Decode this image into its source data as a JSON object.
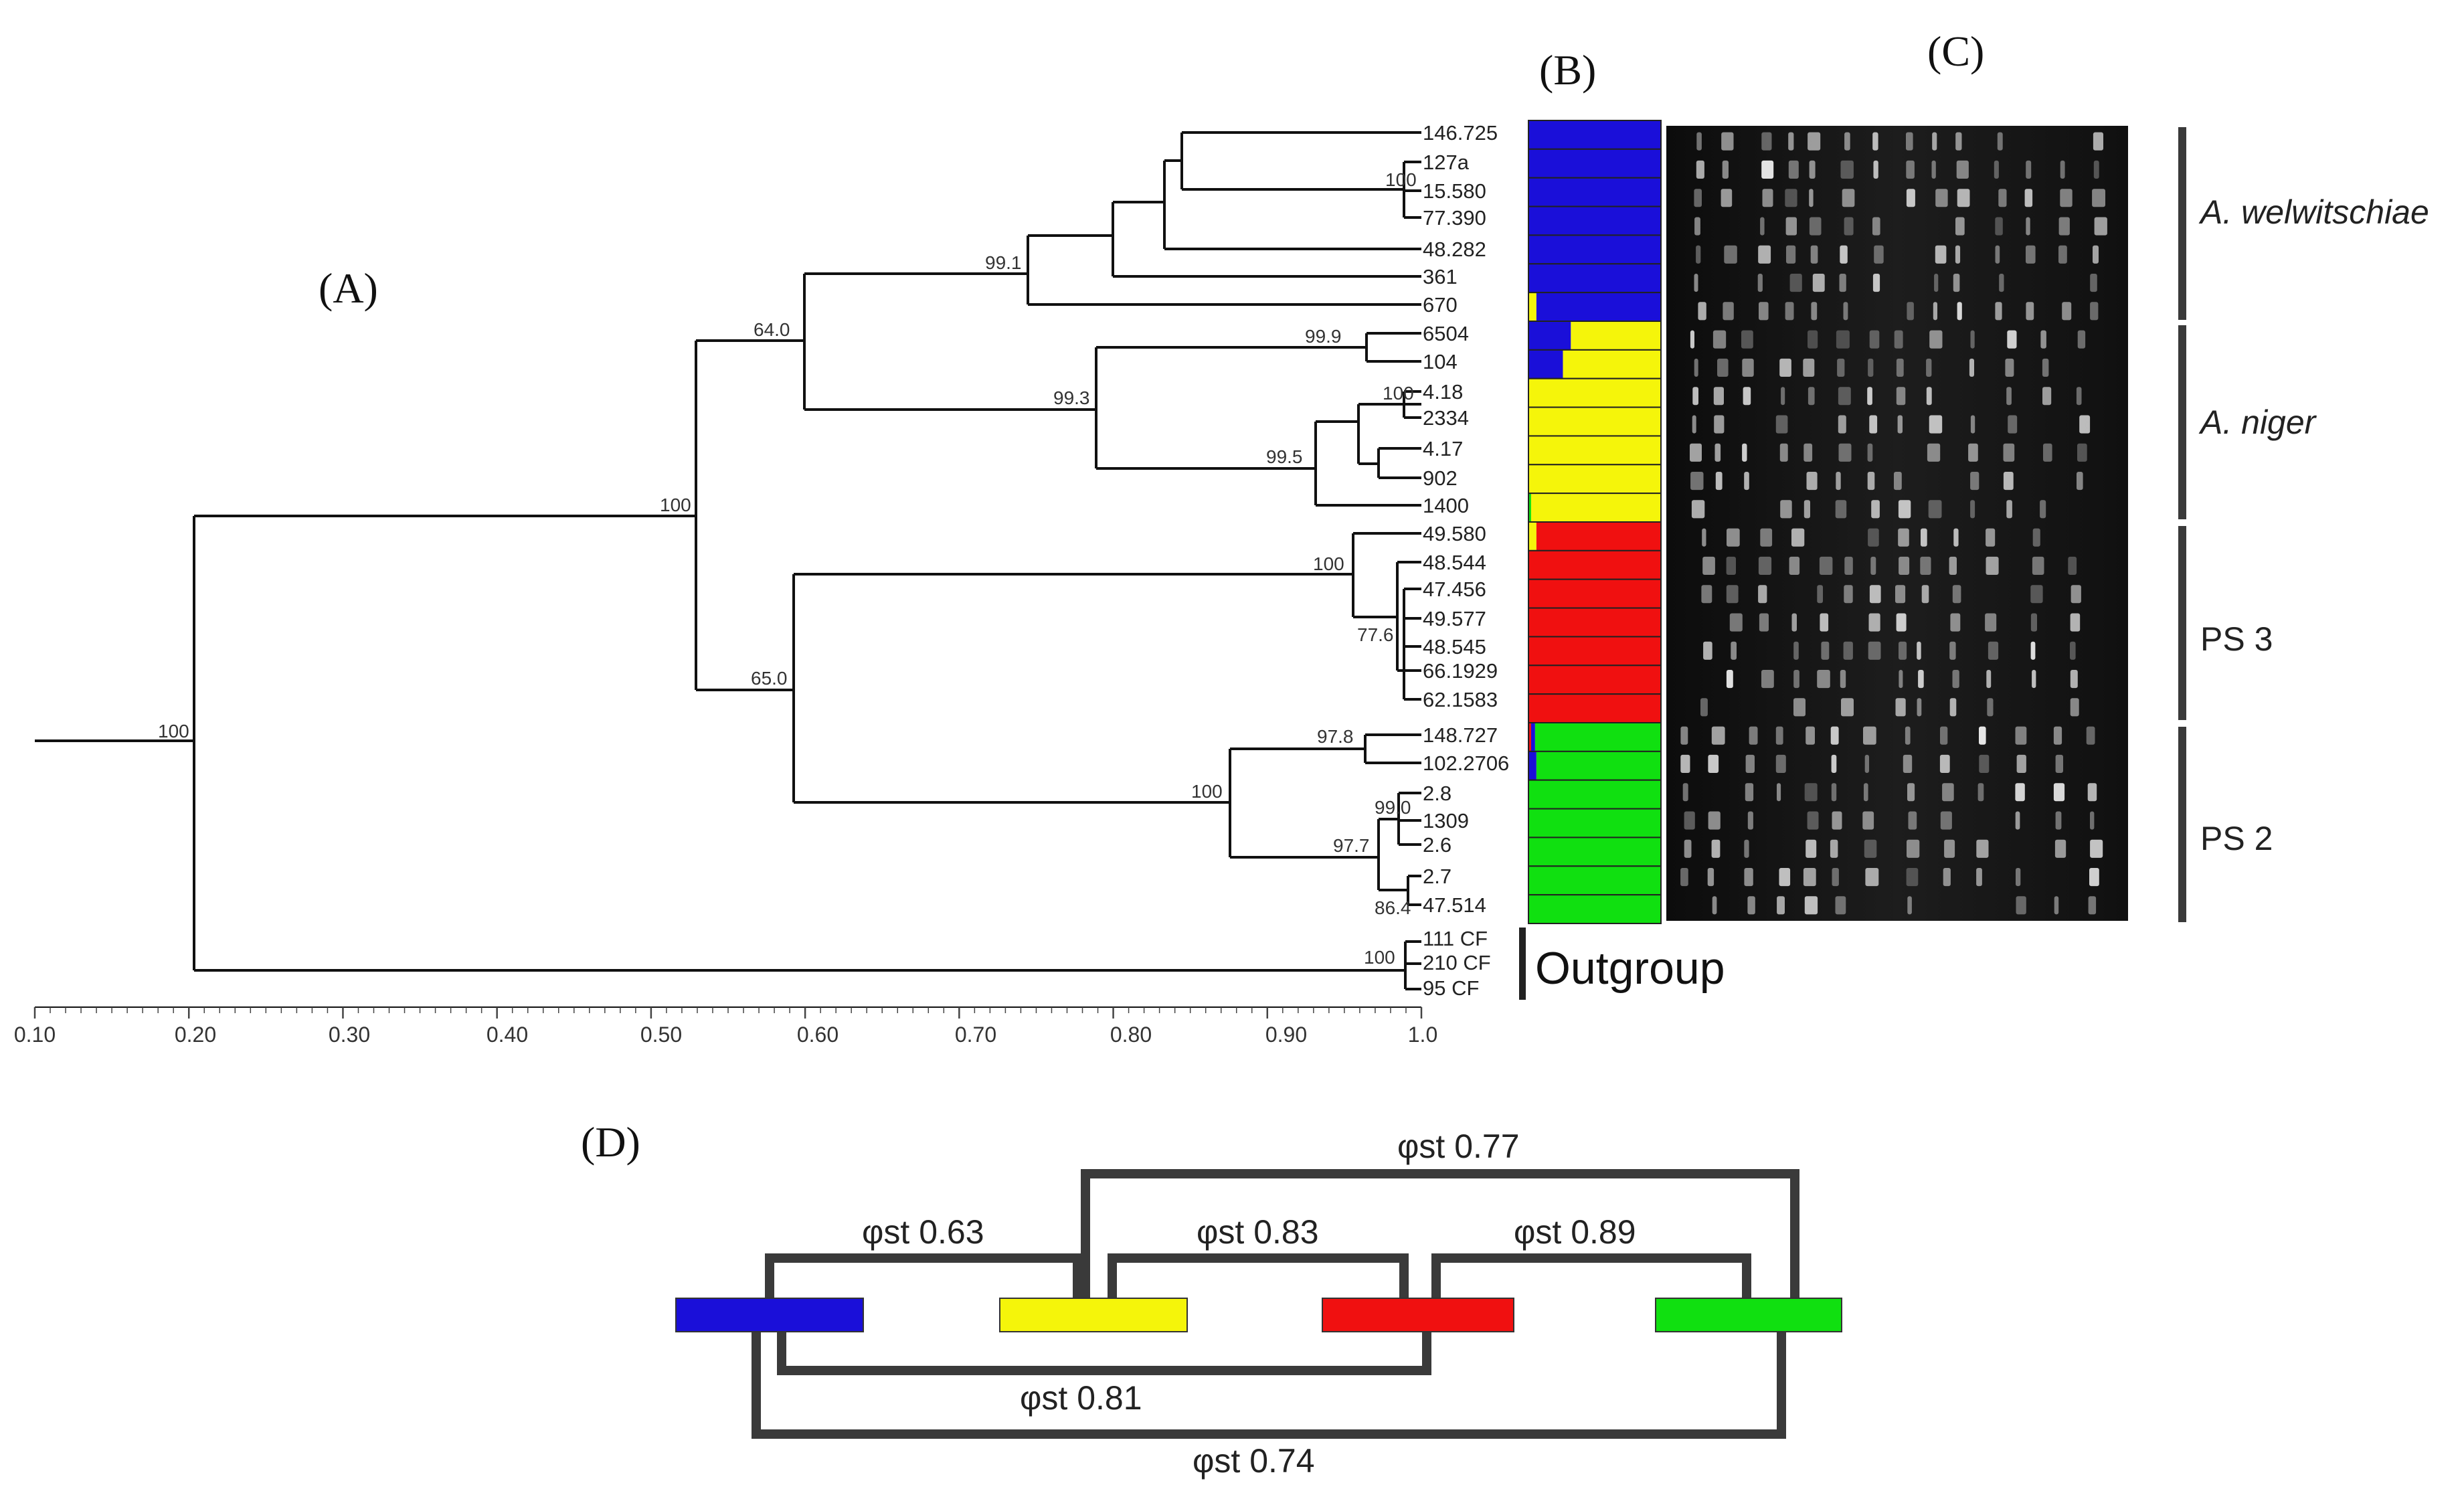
{
  "panels": {
    "A": "(A)",
    "B": "(B)",
    "C": "(C)",
    "D": "(D)"
  },
  "colors": {
    "blue": "#1a0fd9",
    "yellow": "#f5f50a",
    "red": "#f01010",
    "green": "#10e010",
    "bracket": "#3a3a3a",
    "gel_background": "#1a1a1a"
  },
  "tree": {
    "leaves": [
      "146.725",
      "127a",
      "15.580",
      "77.390",
      "48.282",
      "361",
      "670",
      "6504",
      "104",
      "4.18",
      "2334",
      "4.17",
      "902",
      "1400",
      "49.580",
      "48.544",
      "47.456",
      "49.577",
      "48.545",
      "66.1929",
      "62.1583",
      "148.727",
      "102.2706",
      "2.8",
      "1309",
      "2.6",
      "2.7",
      "47.514",
      "111 CF",
      "210 CF",
      "95 CF"
    ],
    "support_values": [
      "100",
      "100",
      "64.0",
      "99.1",
      "100",
      "99.9",
      "99.3",
      "100",
      "99.5",
      "65.0",
      "100",
      "77.6",
      "100",
      "97.8",
      "99.0",
      "97.7",
      "86.4",
      "100"
    ],
    "axis": {
      "min": 0.1,
      "max": 1.0,
      "tick_labels": [
        "0.10",
        "0.20",
        "0.30",
        "0.40",
        "0.50",
        "0.60",
        "0.70",
        "0.80",
        "0.90",
        "1.0"
      ]
    }
  },
  "structure_bars": [
    {
      "blue": 1.0,
      "yellow": 0,
      "red": 0,
      "green": 0
    },
    {
      "blue": 1.0,
      "yellow": 0,
      "red": 0,
      "green": 0
    },
    {
      "blue": 1.0,
      "yellow": 0,
      "red": 0,
      "green": 0
    },
    {
      "blue": 1.0,
      "yellow": 0,
      "red": 0,
      "green": 0
    },
    {
      "blue": 1.0,
      "yellow": 0,
      "red": 0,
      "green": 0
    },
    {
      "blue": 1.0,
      "yellow": 0,
      "red": 0,
      "green": 0
    },
    {
      "blue": 0.94,
      "yellow": 0.06,
      "red": 0,
      "green": 0
    },
    {
      "blue": 0.32,
      "yellow": 0.68,
      "red": 0,
      "green": 0
    },
    {
      "blue": 0.26,
      "yellow": 0.74,
      "red": 0,
      "green": 0
    },
    {
      "blue": 0,
      "yellow": 1.0,
      "red": 0,
      "green": 0
    },
    {
      "blue": 0,
      "yellow": 1.0,
      "red": 0,
      "green": 0
    },
    {
      "blue": 0,
      "yellow": 1.0,
      "red": 0,
      "green": 0
    },
    {
      "blue": 0,
      "yellow": 1.0,
      "red": 0,
      "green": 0
    },
    {
      "blue": 0,
      "yellow": 0.98,
      "red": 0,
      "green": 0.02
    },
    {
      "blue": 0,
      "yellow": 0.06,
      "red": 0.94,
      "green": 0
    },
    {
      "blue": 0,
      "yellow": 0,
      "red": 1.0,
      "green": 0
    },
    {
      "blue": 0,
      "yellow": 0,
      "red": 1.0,
      "green": 0
    },
    {
      "blue": 0,
      "yellow": 0,
      "red": 1.0,
      "green": 0
    },
    {
      "blue": 0,
      "yellow": 0,
      "red": 1.0,
      "green": 0
    },
    {
      "blue": 0,
      "yellow": 0,
      "red": 1.0,
      "green": 0
    },
    {
      "blue": 0,
      "yellow": 0,
      "red": 1.0,
      "green": 0
    },
    {
      "blue": 0.03,
      "yellow": 0,
      "red": 0.02,
      "green": 0.95
    },
    {
      "blue": 0.06,
      "yellow": 0,
      "red": 0,
      "green": 0.94
    },
    {
      "blue": 0,
      "yellow": 0,
      "red": 0,
      "green": 1.0
    },
    {
      "blue": 0,
      "yellow": 0,
      "red": 0,
      "green": 1.0
    },
    {
      "blue": 0,
      "yellow": 0,
      "red": 0,
      "green": 1.0
    },
    {
      "blue": 0,
      "yellow": 0,
      "red": 0,
      "green": 1.0
    },
    {
      "blue": 0,
      "yellow": 0,
      "red": 0,
      "green": 1.0
    }
  ],
  "groups": [
    {
      "label": "A. welwitschiae",
      "italic": true
    },
    {
      "label": "A. niger",
      "italic": true
    },
    {
      "label": "PS 3",
      "italic": false
    },
    {
      "label": "PS 2",
      "italic": false
    }
  ],
  "outgroup_label": "Outgroup",
  "phist": [
    {
      "label": "φst 0.77",
      "pair": [
        "yellow",
        "green"
      ]
    },
    {
      "label": "φst 0.63",
      "pair": [
        "blue",
        "yellow"
      ]
    },
    {
      "label": "φst 0.83",
      "pair": [
        "yellow",
        "red"
      ]
    },
    {
      "label": "φst 0.89",
      "pair": [
        "red",
        "green"
      ]
    },
    {
      "label": "φst 0.81",
      "pair": [
        "blue",
        "red"
      ]
    },
    {
      "label": "φst 0.74",
      "pair": [
        "blue",
        "green"
      ]
    }
  ]
}
